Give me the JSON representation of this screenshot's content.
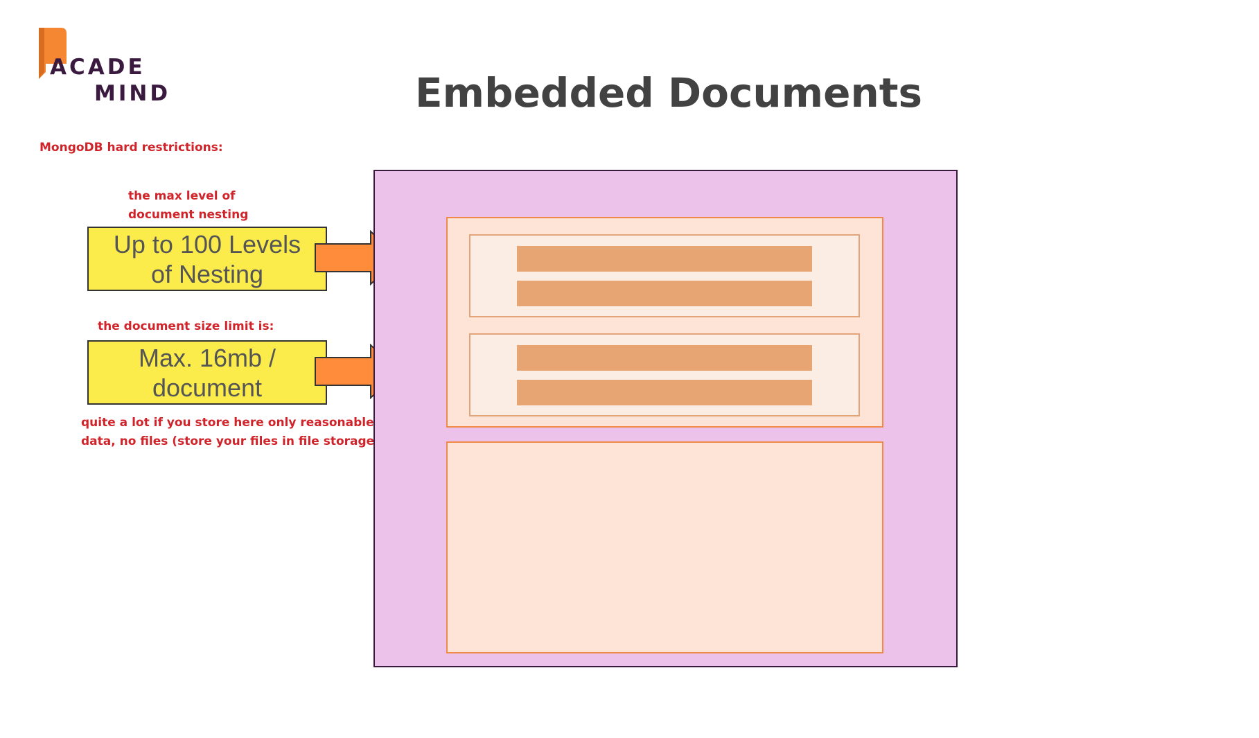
{
  "logo": {
    "line1": "ACADE",
    "line2": "MIND",
    "brand_color": "#3a1a3f",
    "accent_color": "#f58632"
  },
  "title": "Embedded Documents",
  "notes": {
    "restrictions": "MongoDB hard restrictions:",
    "nesting_note": "the max level of\ndocument nesting",
    "size_note": "the document size limit is:",
    "size_comment": "quite a lot if you store here only reasonable\ndata, no files (store your files in file storage!)"
  },
  "boxes": {
    "nesting": "Up to 100 Levels\nof Nesting",
    "size": "Max. 16mb /\ndocument"
  },
  "colors": {
    "note_red": "#d0232a",
    "yellow": "#fbec4c",
    "arrow_orange": "#ff8c3a",
    "outer_doc": "#ecc2ea",
    "embedded_doc": "#fde4d6",
    "inner_doc": "#fbece4",
    "field_bar": "#e6a572"
  }
}
